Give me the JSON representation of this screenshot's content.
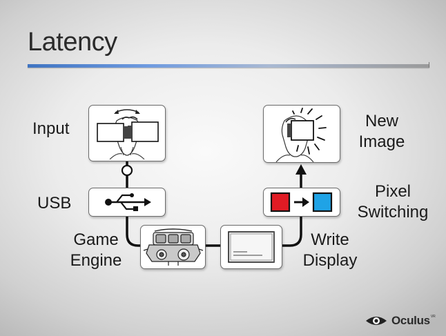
{
  "slide": {
    "title": "Latency"
  },
  "labels": {
    "input": "Input",
    "usb": "USB",
    "game_engine_line1": "Game",
    "game_engine_line2": "Engine",
    "write_display_line1": "Write",
    "write_display_line2": "Display",
    "pixel_switching_line1": "Pixel",
    "pixel_switching_line2": "Switching",
    "new_image_line1": "New",
    "new_image_line2": "Image"
  },
  "colors": {
    "pixel_before": "#e01b24",
    "pixel_after": "#1fa3e6",
    "title_rule_accent": "#3f74c2"
  },
  "icons": {
    "input": "vr-headset-head-turn-icon",
    "usb": "usb-icon",
    "game_engine": "engine-icon",
    "write_display": "display-panel-icon",
    "pixel_switching": "pixel-switch-icon",
    "new_image": "vr-headset-image-burst-icon"
  },
  "logo": {
    "text": "Oculus",
    "superscript": "VR"
  }
}
